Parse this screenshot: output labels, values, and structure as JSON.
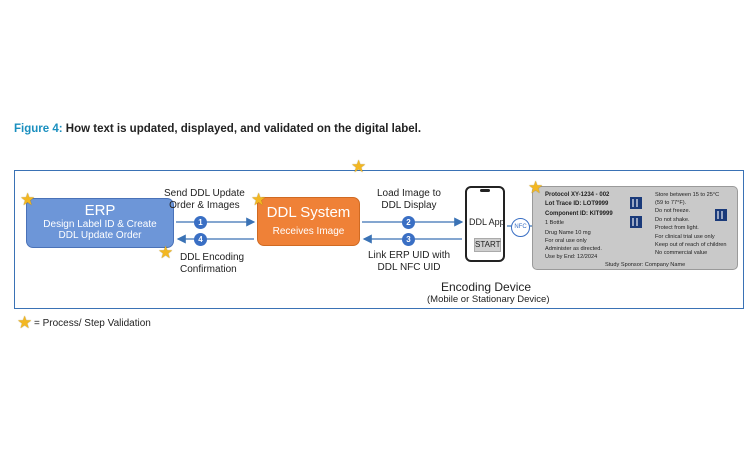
{
  "caption": {
    "label": "Figure 4:",
    "text": "How text is updated, displayed, and validated on the digital label."
  },
  "erp": {
    "title": "ERP",
    "line1": "Design Label ID & Create",
    "line2": "DDL Update Order"
  },
  "ddl_system": {
    "title": "DDL System",
    "subtitle": "Receives Image"
  },
  "flow": {
    "send_line1": "Send DDL Update",
    "send_line2": "Order & Images",
    "load_line1": "Load Image to",
    "load_line2": "DDL Display",
    "link_line1": "Link ERP UID with",
    "link_line2": "DDL NFC UID",
    "confirm_line1": "DDL Encoding",
    "confirm_line2": "Confirmation",
    "steps": [
      "1",
      "2",
      "3",
      "4"
    ]
  },
  "device": {
    "app_label": "DDL App",
    "start_label": "START",
    "nfc": "NFC",
    "title": "Encoding Device",
    "subtitle": "(Mobile or Stationary Device)"
  },
  "digital_label": {
    "protocol": "Protocol XY-1234 - 002",
    "lot": "Lot Trace ID: LOT9999",
    "component": "Component ID: KIT9999",
    "bottle": "1 Bottle",
    "drug": "Drug Name 10 mg",
    "oral": "For oral use only",
    "admin": "Administer as directed.",
    "use_by": "Use by End: 12/2024",
    "store1": "Store between 15 to 25°C",
    "store2": "(59 to 77°F).",
    "freeze": "Do not freeze.",
    "shake": "Do not shake.",
    "light": "Protect from light.",
    "trial": "For clinical trial use only",
    "reach": "Keep out of reach of children",
    "commercial": "No commercial value",
    "sponsor": "Study Sponsor: Company Name"
  },
  "legend": {
    "text": "= Process/ Step Validation"
  },
  "colors": {
    "erp": "#6d96d8",
    "ddl": "#ef8137",
    "arrow": "#3a72b5",
    "star": "#f3b722",
    "caption_label": "#1a8fbf"
  }
}
